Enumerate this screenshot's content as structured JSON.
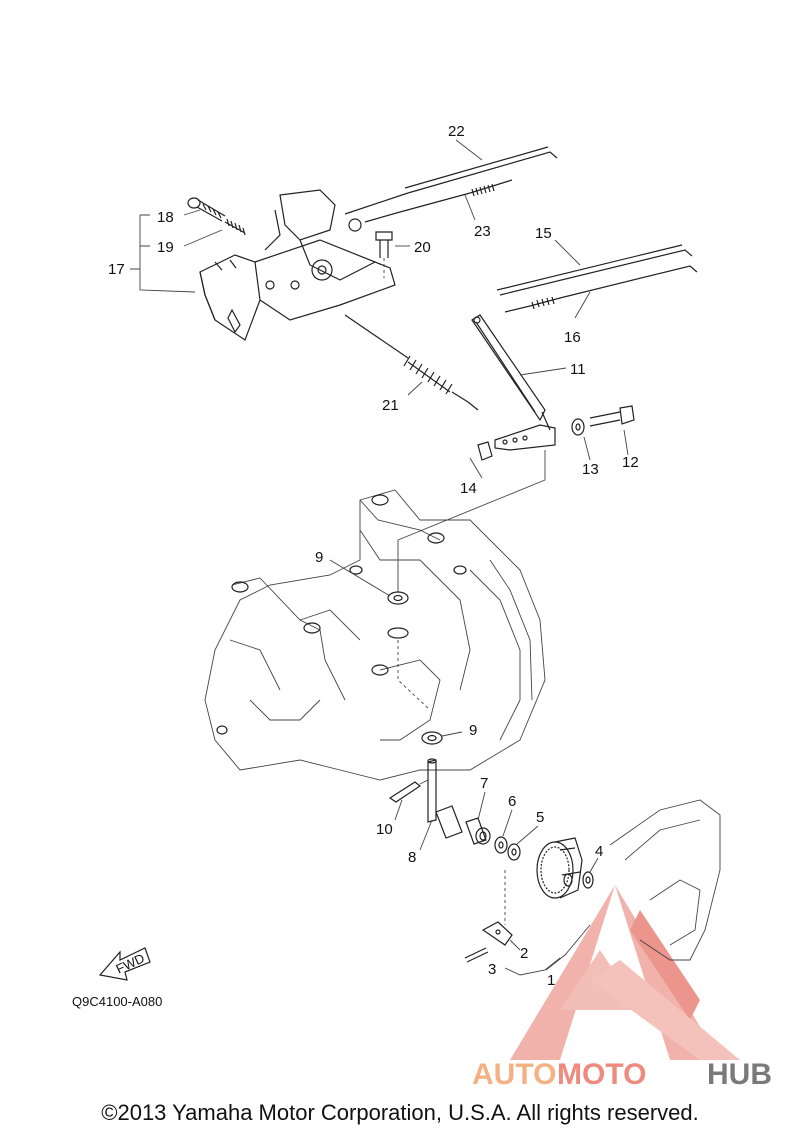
{
  "callouts": {
    "c1": "1",
    "c2": "2",
    "c3": "3",
    "c4": "4",
    "c5": "5",
    "c6": "6",
    "c7": "7",
    "c8": "8",
    "c9a": "9",
    "c9b": "9",
    "c10": "10",
    "c11": "11",
    "c12": "12",
    "c13": "13",
    "c14": "14",
    "c15": "15",
    "c16": "16",
    "c17": "17",
    "c18": "18",
    "c19": "19",
    "c20": "20",
    "c21": "21",
    "c22": "22",
    "c23": "23"
  },
  "fwd_label": "FWD",
  "diagram_code": "Q9C4100-A080",
  "watermark": {
    "part1": "AUTO",
    "part2": "MOTO",
    "part3": "HUB"
  },
  "copyright": "©2013 Yamaha Motor Corporation, U.S.A. All rights reserved.",
  "colors": {
    "watermark_red": "#e8837a",
    "watermark_orange": "#f4b183",
    "watermark_gray": "#7a7a7a"
  }
}
